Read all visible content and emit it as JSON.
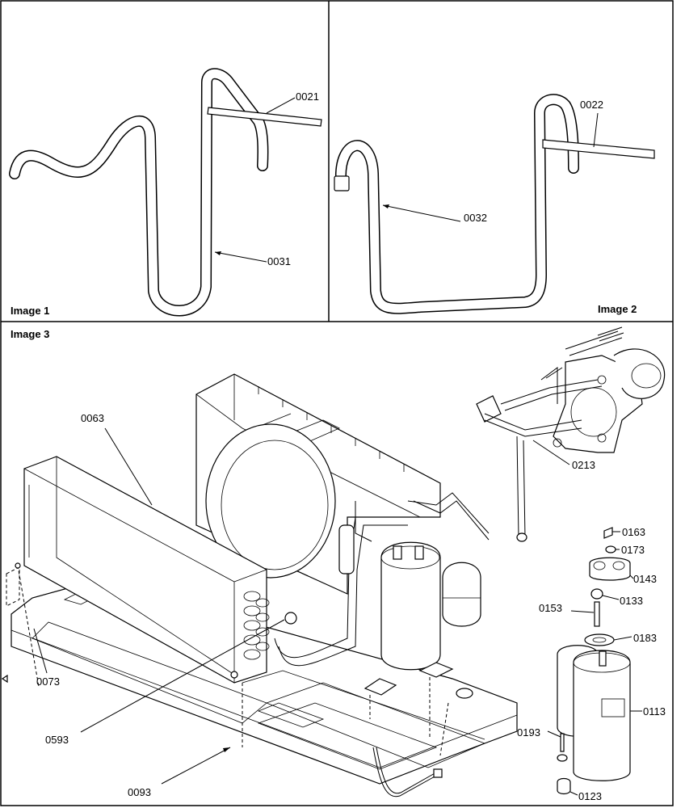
{
  "panels": {
    "image1": "Image 1",
    "image2": "Image 2",
    "image3": "Image 3"
  },
  "callouts": {
    "p0021": "0021",
    "p0031": "0031",
    "p0022": "0022",
    "p0032": "0032",
    "p0063": "0063",
    "p0073": "0073",
    "p0593": "0593",
    "p0093": "0093",
    "p0213": "0213",
    "p0163": "0163",
    "p0173": "0173",
    "p0143": "0143",
    "p0133": "0133",
    "p0153": "0153",
    "p0183": "0183",
    "p0113": "0113",
    "p0193": "0193",
    "p0123": "0123"
  }
}
